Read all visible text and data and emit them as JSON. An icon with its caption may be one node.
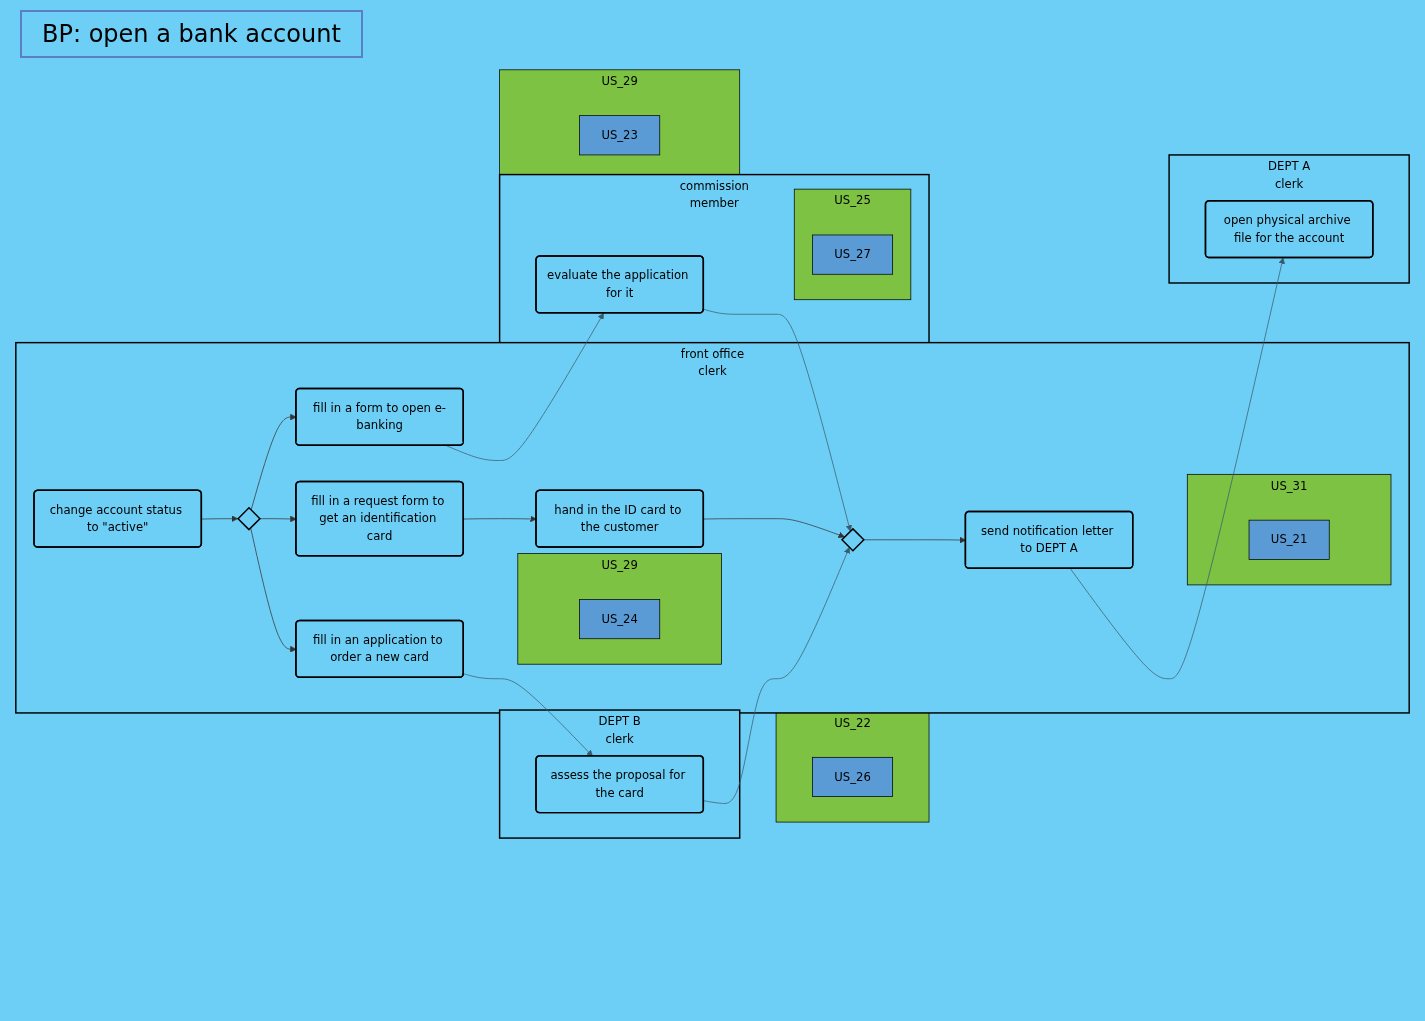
{
  "diagram": {
    "title": "BP: open a bank account",
    "nodes": [
      {
        "text": [
          "DEPT B",
          "clerk"
        ]
      },
      {
        "text": [
          "front office",
          "clerk"
        ]
      },
      {
        "text": [
          "commission",
          "member"
        ]
      },
      {
        "text": [
          "DEPT A",
          "clerk"
        ]
      },
      {
        "text": [
          "assess the proposal for the card"
        ],
        "in": 0
      },
      {
        "text": [
          "US_22"
        ]
      },
      {
        "text": [
          "US_26"
        ],
        "in": 5
      },
      {
        "text": [
          "fill in an application to order a new card"
        ],
        "in": 1
      },
      {
        "text": [
          "US_29"
        ],
        "in": 1
      },
      {
        "text": [
          "US_24"
        ],
        "in": 8
      },
      {
        "text": [
          "change account status to \"active\""
        ],
        "in": 1
      },
      {
        "text": [],
        "shape": "diamond",
        "in": 1
      },
      {
        "text": [
          "fill in a request form to get an identification card"
        ],
        "in": 1
      },
      {
        "text": [
          "hand in the ID card to the customer"
        ],
        "in": 1
      },
      {
        "text": [],
        "shape": "diamond",
        "in": 1
      },
      {
        "text": [
          "send notification letter to DEPT A"
        ],
        "in": 1
      },
      {
        "text": [
          "US_31"
        ],
        "in": 1
      },
      {
        "text": [
          "US_21"
        ],
        "in": 16
      },
      {
        "text": [
          "fill in a form to open e-banking"
        ],
        "in": 1
      },
      {
        "text": [
          "US_29"
        ]
      },
      {
        "text": [
          "US_23"
        ],
        "in": 19
      },
      {
        "text": [
          "evaluate the application for it"
        ],
        "in": 2
      },
      {
        "text": [
          "US_25"
        ],
        "in": 2
      },
      {
        "text": [
          "US_27"
        ],
        "in": 22
      },
      {
        "text": [
          "open physical archive file for the account"
        ],
        "in": 3
      }
    ],
    "edges": [
      {
        "from": 10,
        "to": 11,
        "arrow": "to"
      },
      {
        "from": 11,
        "to": 7,
        "arrow": "to"
      },
      {
        "from": 11,
        "to": 12,
        "arrow": "to"
      },
      {
        "from": 11,
        "to": 18,
        "arrow": "to"
      },
      {
        "from": 12,
        "to": 13,
        "arrow": "to"
      },
      {
        "from": 13,
        "to": 14,
        "arrow": "to"
      },
      {
        "from": 14,
        "to": 15,
        "arrow": "to"
      },
      {
        "from": 7,
        "to": 4,
        "arrow": "to",
        "color": "#3b5b6b"
      },
      {
        "from": 4,
        "to": 14,
        "arrow": "to",
        "color": "#3b5b6b"
      },
      {
        "from": 18,
        "to": 21,
        "arrow": "to",
        "color": "#3b5b6b"
      },
      {
        "from": 21,
        "to": 14,
        "arrow": "to",
        "color": "#3b5b6b"
      },
      {
        "from": 15,
        "to": 24,
        "arrow": "to",
        "color": "#3b5b6b"
      }
    ]
  }
}
